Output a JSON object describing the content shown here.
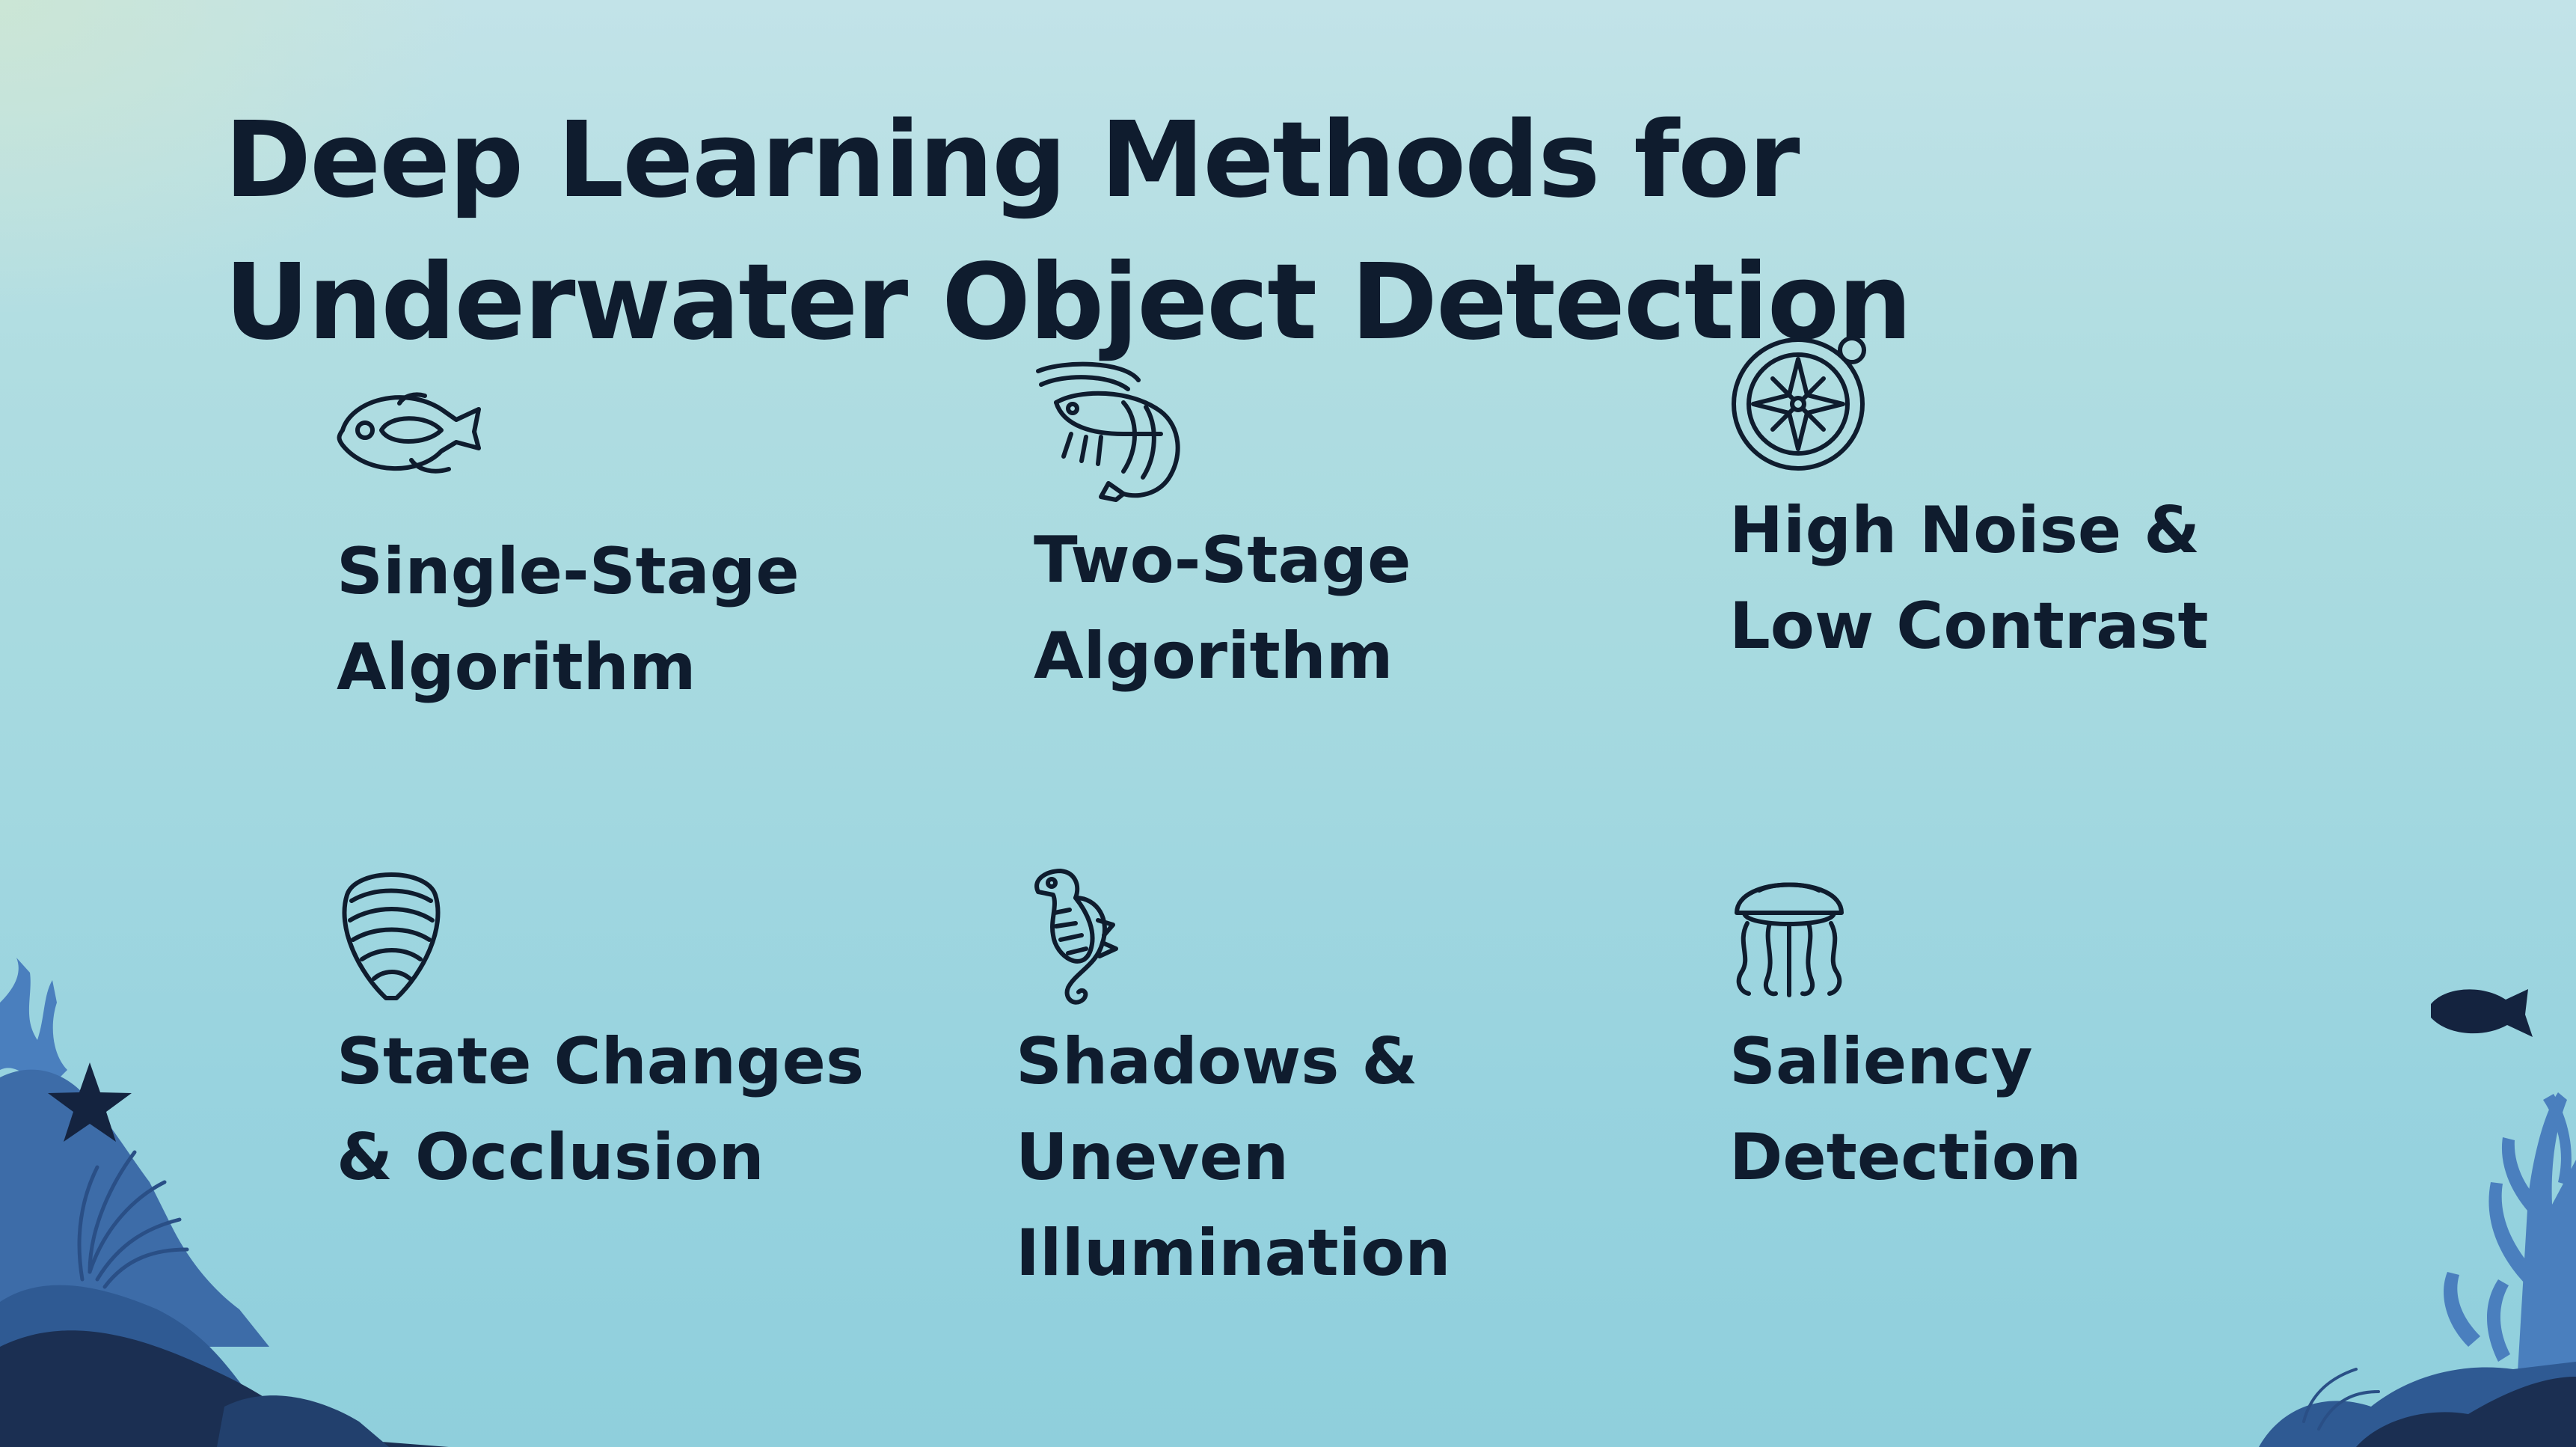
{
  "slide": {
    "title": "Deep Learning Methods for Underwater Object Detection",
    "colors": {
      "text": "#0f1c2e",
      "seaweed_light": "#4a7fbe",
      "seaweed_mid": "#2f5a93",
      "seaweed_dark": "#1b2f52"
    }
  },
  "cards": [
    {
      "label": "Single-Stage\nAlgorithm",
      "icon": "fish-icon"
    },
    {
      "label": "Two-Stage\nAlgorithm",
      "icon": "shrimp-icon"
    },
    {
      "label": "High Noise &\nLow Contrast",
      "icon": "compass-icon"
    },
    {
      "label": "State Changes\n& Occlusion",
      "icon": "shell-icon"
    },
    {
      "label": "Shadows & Uneven\nIllumination",
      "icon": "seahorse-icon"
    },
    {
      "label": "Saliency\nDetection",
      "icon": "jellyfish-icon"
    }
  ]
}
